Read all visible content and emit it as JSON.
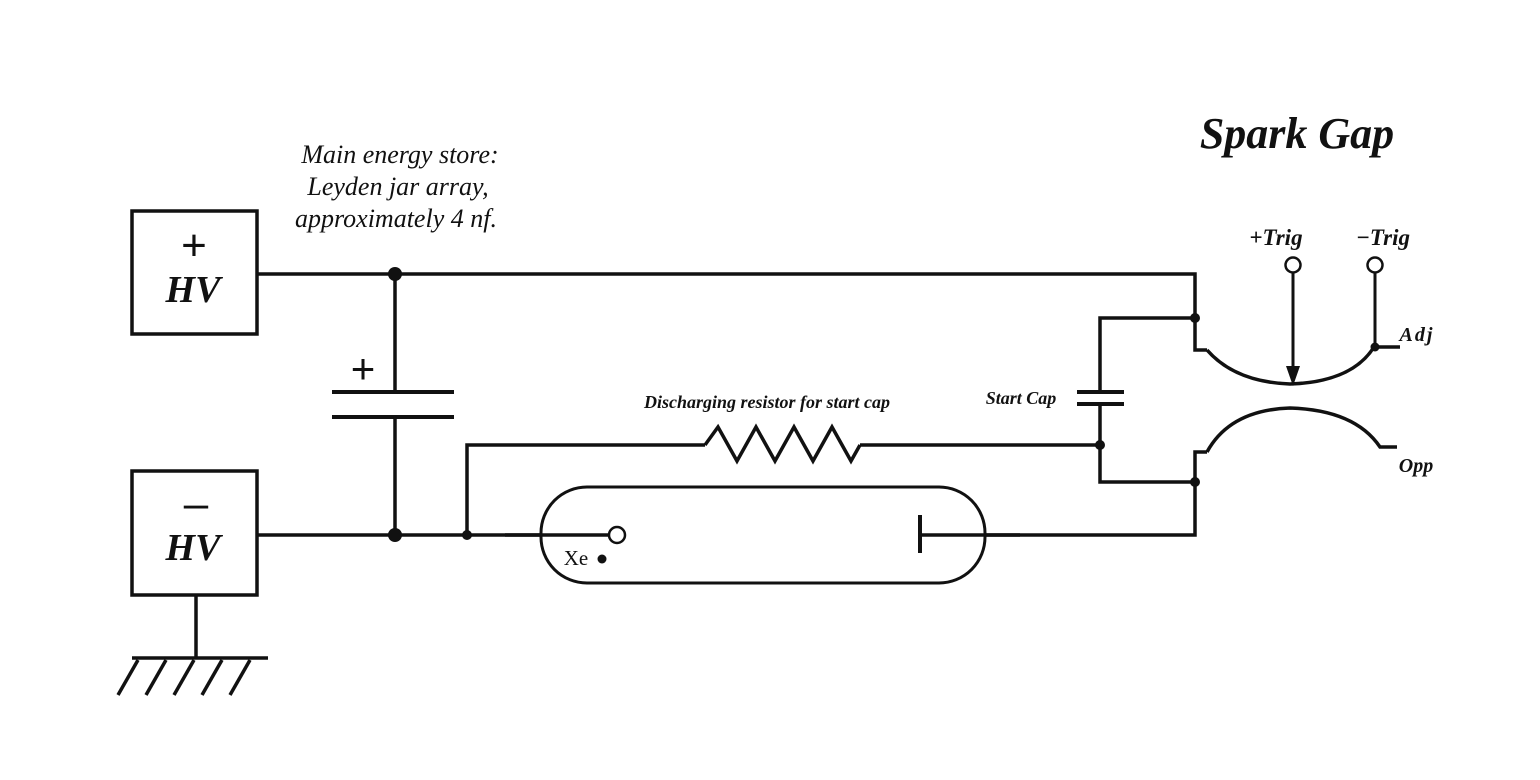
{
  "title": "Spark Gap",
  "energy_store_note": [
    "Main energy store:",
    "Leyden jar array,",
    "approximately 4 nf."
  ],
  "hv_positive": {
    "sign": "+",
    "label": "HV"
  },
  "hv_negative": {
    "sign": "–",
    "label": "HV"
  },
  "main_cap_polarity": "+",
  "resistor_label": "Discharging resistor for start cap",
  "start_cap_label": "Start Cap",
  "lamp_gas_label": "Xe",
  "trig_plus_label": "+Trig",
  "trig_minus_label": "−Trig",
  "adj_label": "Adj",
  "opp_label": "Opp"
}
